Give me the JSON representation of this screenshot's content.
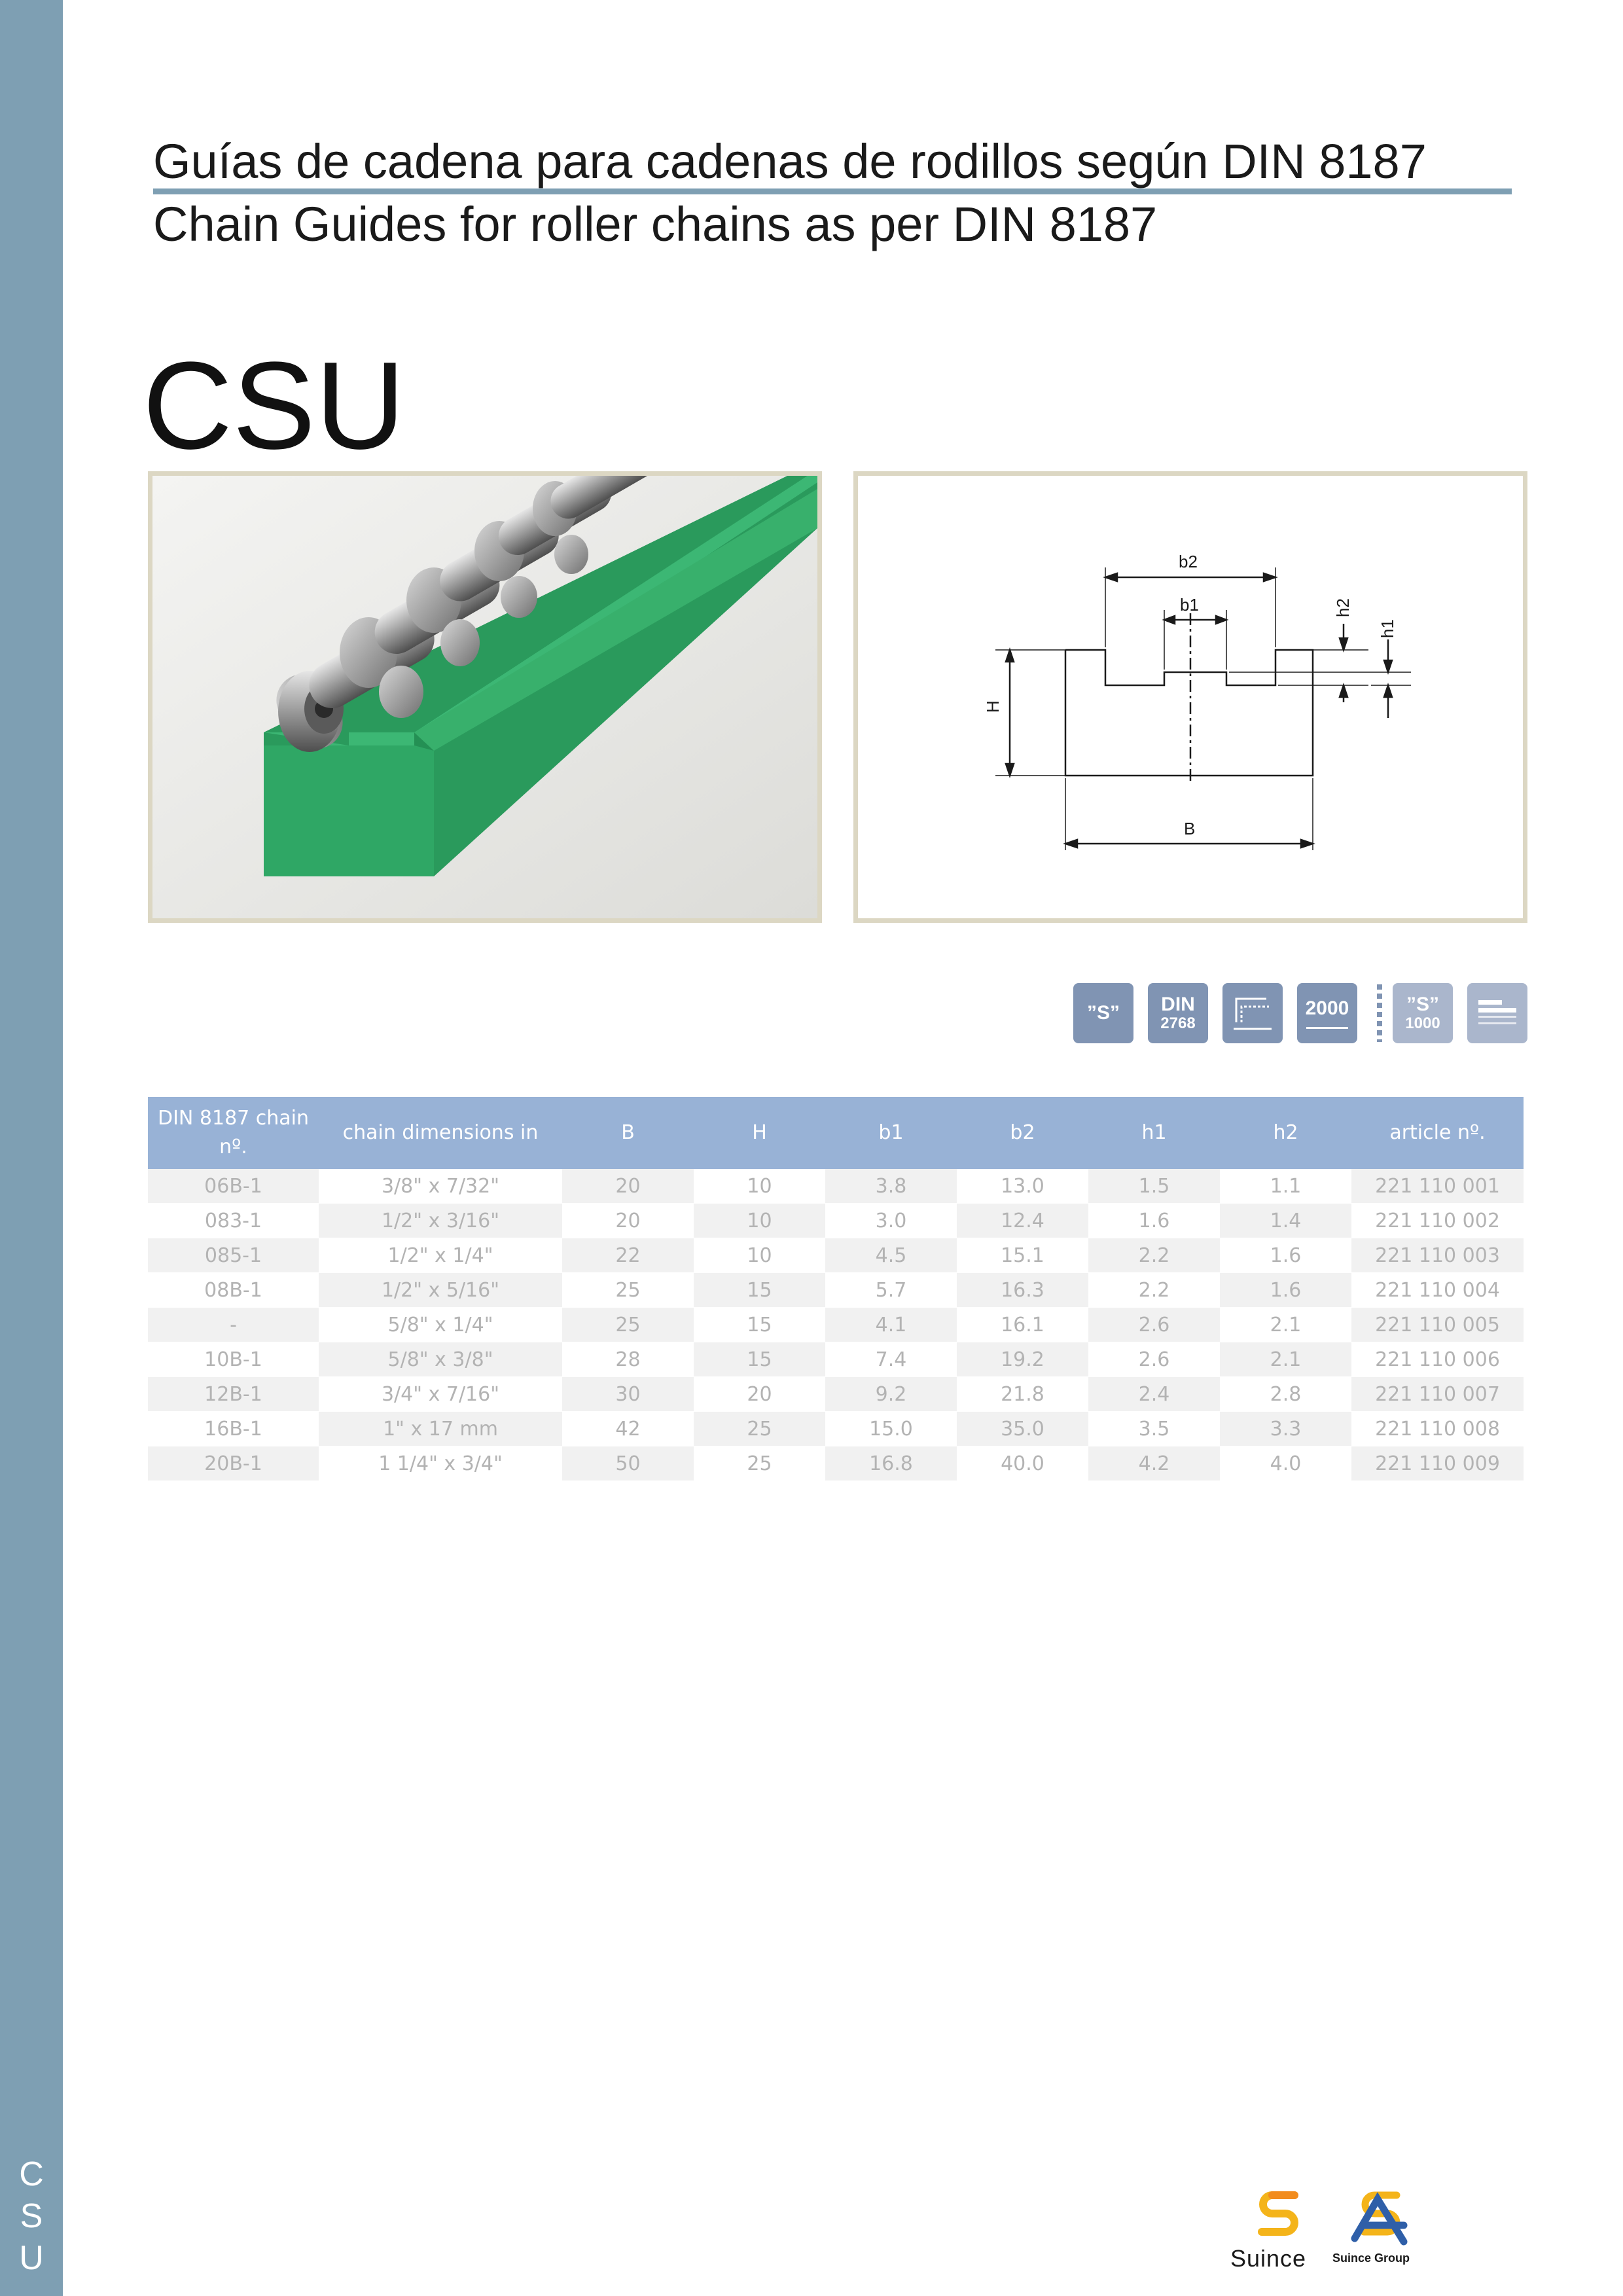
{
  "side_label": [
    "C",
    "S",
    "U"
  ],
  "title": {
    "es": "Guías de cadena para cadenas de rodillos según DIN 8187",
    "en": "Chain Guides for roller chains as per DIN 8187"
  },
  "product_code": "CSU",
  "drawing": {
    "labels": {
      "b2": "b2",
      "b1": "b1",
      "h2": "h2",
      "h1": "h1",
      "H": "H",
      "B": "B"
    }
  },
  "icons": [
    {
      "name": "s-icon",
      "big": "”S”",
      "small": ""
    },
    {
      "name": "din-2768-icon",
      "big": "DIN",
      "small": "2768"
    },
    {
      "name": "profile-length-icon",
      "big": "",
      "small": ""
    },
    {
      "name": "length-2000-icon",
      "big": "2000",
      "small": ""
    },
    {
      "name": "s-1000-icon",
      "big": "”S”",
      "small": "1000"
    },
    {
      "name": "stacked-bars-icon",
      "big": "",
      "small": ""
    }
  ],
  "table": {
    "headers": [
      "DIN 8187 chain nº.",
      "chain dimensions in",
      "B",
      "H",
      "b1",
      "b2",
      "h1",
      "h2",
      "article nº."
    ],
    "rows": [
      [
        "06B-1",
        "3/8\" x 7/32\"",
        "20",
        "10",
        "3.8",
        "13.0",
        "1.5",
        "1.1",
        "221 110 001"
      ],
      [
        "083-1",
        "1/2\" x 3/16\"",
        "20",
        "10",
        "3.0",
        "12.4",
        "1.6",
        "1.4",
        "221 110 002"
      ],
      [
        "085-1",
        "1/2\" x 1/4\"",
        "22",
        "10",
        "4.5",
        "15.1",
        "2.2",
        "1.6",
        "221 110 003"
      ],
      [
        "08B-1",
        "1/2\" x 5/16\"",
        "25",
        "15",
        "5.7",
        "16.3",
        "2.2",
        "1.6",
        "221 110 004"
      ],
      [
        "-",
        "5/8\" x 1/4\"",
        "25",
        "15",
        "4.1",
        "16.1",
        "2.6",
        "2.1",
        "221 110 005"
      ],
      [
        "10B-1",
        "5/8\" x 3/8\"",
        "28",
        "15",
        "7.4",
        "19.2",
        "2.6",
        "2.1",
        "221 110 006"
      ],
      [
        "12B-1",
        "3/4\" x 7/16\"",
        "30",
        "20",
        "9.2",
        "21.8",
        "2.4",
        "2.8",
        "221 110 007"
      ],
      [
        "16B-1",
        "1\" x 17 mm",
        "42",
        "25",
        "15.0",
        "35.0",
        "3.5",
        "3.3",
        "221 110 008"
      ],
      [
        "20B-1",
        "1 1/4\" x 3/4\"",
        "50",
        "25",
        "16.8",
        "40.0",
        "4.2",
        "4.0",
        "221 110 009"
      ]
    ]
  },
  "brand": {
    "name": "Suince",
    "group_name": "Suince Group"
  },
  "colors": {
    "band": "#7e9fb3",
    "header": "#98b2d6",
    "icon": "#8094b3",
    "guide_green": "#2fa765",
    "frame": "#dcd7c3"
  }
}
